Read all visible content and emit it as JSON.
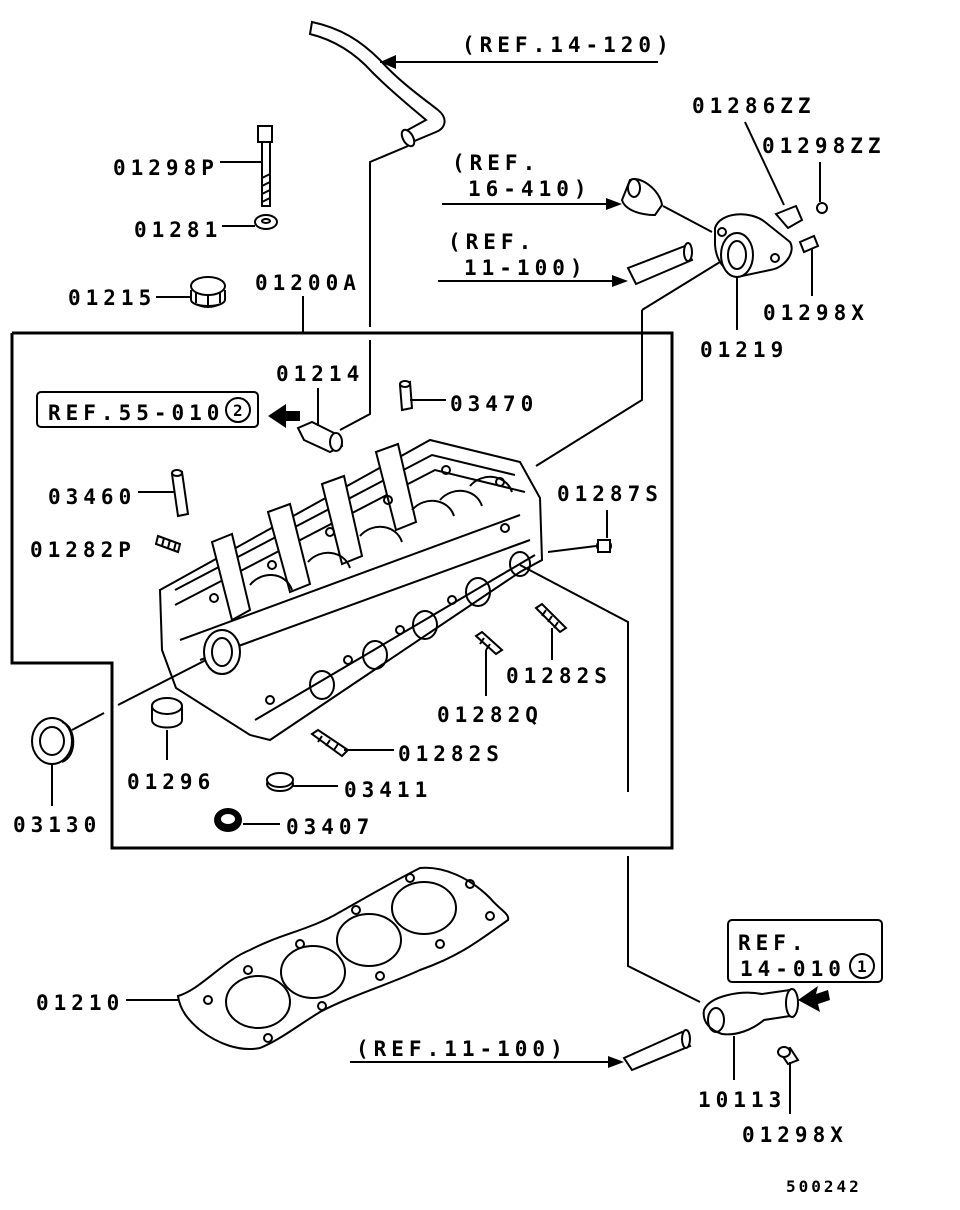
{
  "refs": {
    "ref_14_120": "(REF.14-120)",
    "ref_16_410_a": "(REF.",
    "ref_16_410_b": "16-410)",
    "ref_11_100_a": "(REF.",
    "ref_11_100_b": "11-100)",
    "ref_55_010": "REF.55-010",
    "ref_55_010_circle": "2",
    "ref_14_010_a": "REF.",
    "ref_14_010_b": "14-010",
    "ref_14_010_circle": "1",
    "ref_11_100_bottom": "(REF.11-100)"
  },
  "parts": {
    "p01298P": "01298P",
    "p01281": "01281",
    "p01215": "01215",
    "p01200A": "01200A",
    "p01286ZZ": "01286ZZ",
    "p01298ZZ": "01298ZZ",
    "p01298X_top": "01298X",
    "p01219": "01219",
    "p01214": "01214",
    "p03470": "03470",
    "p03460": "03460",
    "p01282P": "01282P",
    "p01287S": "01287S",
    "p01282S_a": "01282S",
    "p01282Q": "01282Q",
    "p01282S_b": "01282S",
    "p01296": "01296",
    "p03411": "03411",
    "p03407": "03407",
    "p03130": "03130",
    "p01210": "01210",
    "p10113": "10113",
    "p01298X_bottom": "01298X"
  },
  "diagram_id": "500242"
}
